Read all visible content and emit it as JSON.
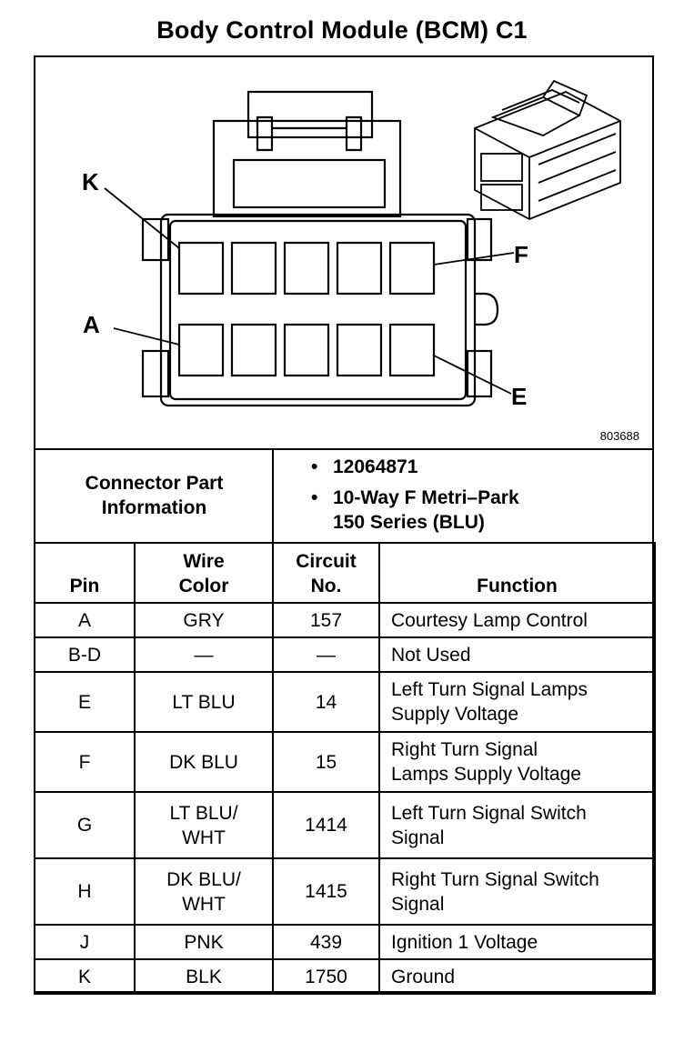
{
  "title": "Body Control Module (BCM) C1",
  "diagram": {
    "figure_number": "803688",
    "callouts": {
      "k": "K",
      "a": "A",
      "f": "F",
      "e": "E"
    }
  },
  "connector_info": {
    "label_line1": "Connector Part",
    "label_line2": "Information",
    "part_number": "12064871",
    "description_line1": "10-Way F Metri–Park",
    "description_line2": "150 Series (BLU)"
  },
  "table": {
    "headers": {
      "pin": "Pin",
      "wire_color_line1": "Wire",
      "wire_color_line2": "Color",
      "circuit_line1": "Circuit",
      "circuit_line2": "No.",
      "function": "Function"
    },
    "rows": [
      {
        "pin": "A",
        "wire": [
          "GRY"
        ],
        "circuit": "157",
        "function": [
          "Courtesy Lamp Control"
        ]
      },
      {
        "pin": "B-D",
        "wire": [
          "—"
        ],
        "circuit": "—",
        "function": [
          "Not Used"
        ]
      },
      {
        "pin": "E",
        "wire": [
          "LT BLU"
        ],
        "circuit": "14",
        "function": [
          "Left Turn Signal Lamps",
          "Supply Voltage"
        ]
      },
      {
        "pin": "F",
        "wire": [
          "DK BLU"
        ],
        "circuit": "15",
        "function": [
          "Right Turn Signal",
          "Lamps Supply Voltage"
        ]
      },
      {
        "pin": "G",
        "wire": [
          "LT BLU/",
          "WHT"
        ],
        "circuit": "1414",
        "function": [
          "Left Turn Signal Switch",
          "Signal"
        ]
      },
      {
        "pin": "H",
        "wire": [
          "DK BLU/",
          "WHT"
        ],
        "circuit": "1415",
        "function": [
          "Right Turn Signal Switch",
          "Signal"
        ]
      },
      {
        "pin": "J",
        "wire": [
          "PNK"
        ],
        "circuit": "439",
        "function": [
          "Ignition 1 Voltage"
        ]
      },
      {
        "pin": "K",
        "wire": [
          "BLK"
        ],
        "circuit": "1750",
        "function": [
          "Ground"
        ]
      }
    ]
  }
}
